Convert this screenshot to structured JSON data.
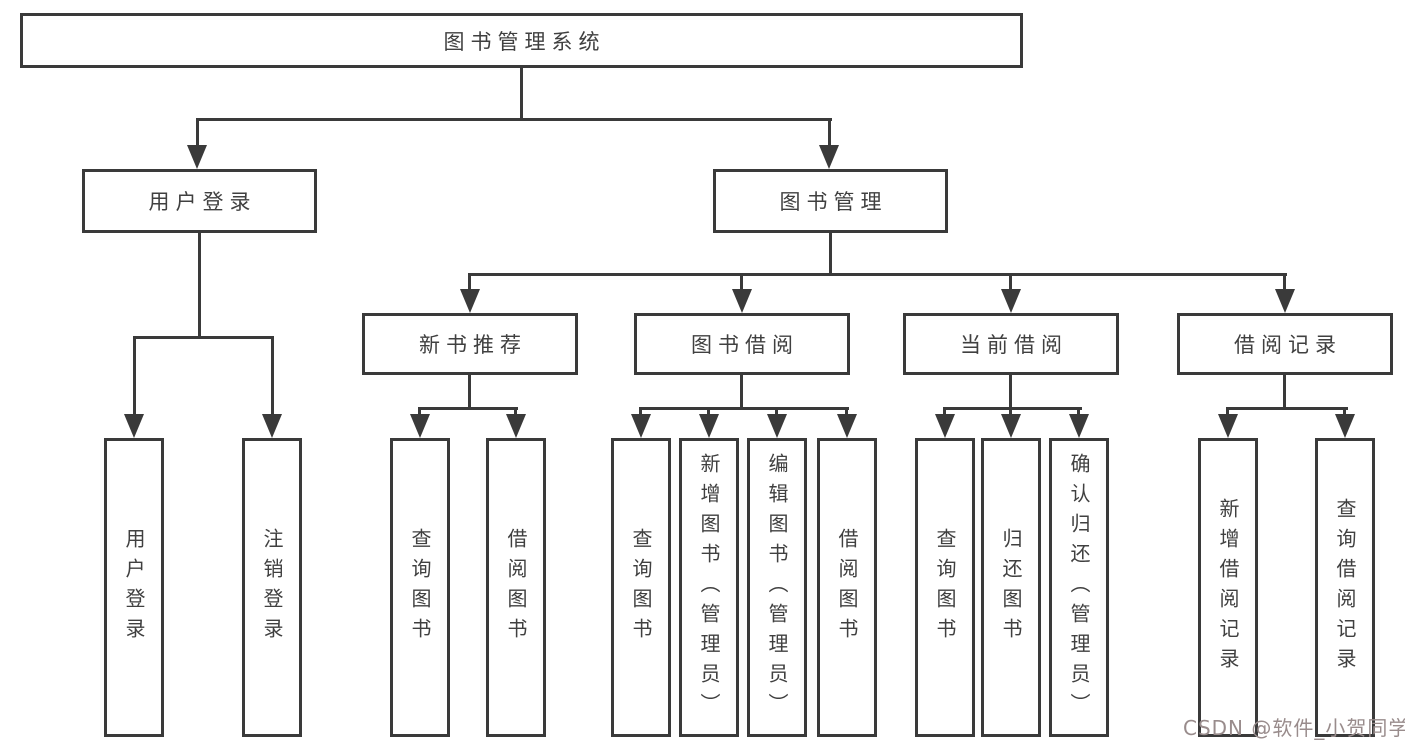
{
  "tree": {
    "root": {
      "label": "图书管理系统",
      "children": [
        {
          "label": "用户登录",
          "children": [
            {
              "label": "用户登录"
            },
            {
              "label": "注销登录"
            }
          ]
        },
        {
          "label": "图书管理",
          "children": [
            {
              "label": "新书推荐",
              "children": [
                {
                  "label": "查询图书"
                },
                {
                  "label": "借阅图书"
                }
              ]
            },
            {
              "label": "图书借阅",
              "children": [
                {
                  "label": "查询图书"
                },
                {
                  "label": "新增图书（管理员）"
                },
                {
                  "label": "编辑图书（管理员）"
                },
                {
                  "label": "借阅图书"
                }
              ]
            },
            {
              "label": "当前借阅",
              "children": [
                {
                  "label": "查询图书"
                },
                {
                  "label": "归还图书"
                },
                {
                  "label": "确认归还（管理员）"
                }
              ]
            },
            {
              "label": "借阅记录",
              "children": [
                {
                  "label": "新增借阅记录"
                },
                {
                  "label": "查询借阅记录"
                }
              ]
            }
          ]
        }
      ]
    }
  },
  "watermark": {
    "text": "CSDN @软件_小贺同学",
    "color": "#998c8c"
  },
  "colors": {
    "line": "#3a3a3a",
    "box_border": "#3a3a3a",
    "box_fill": "#ffffff",
    "text": "#404040"
  }
}
